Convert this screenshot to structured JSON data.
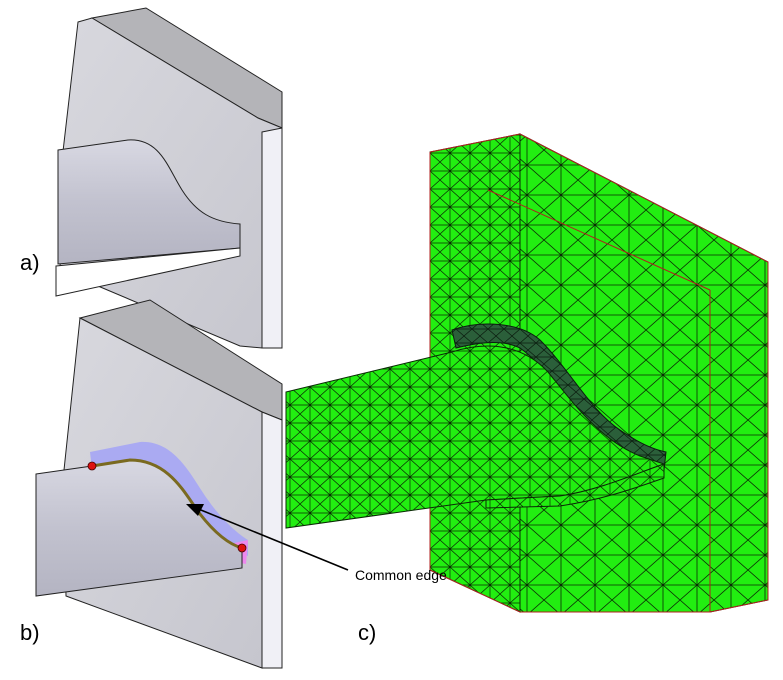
{
  "labels": {
    "a": "a)",
    "b": "b)",
    "c": "c)",
    "common_edge": "Common edge"
  },
  "colors": {
    "plate_face": "#cfcfd6",
    "plate_top": "#b4b4b8",
    "plate_side": "#f0f0f6",
    "cylinder": "#c4c4d0",
    "highlight_face": "#aaaaf2",
    "small_face": "#ee88ee",
    "edge_curve": "#7a6a20",
    "vertex_dot": "#dd1111",
    "mesh_fill": "#22ee11",
    "mesh_dark": "#2b5f3a",
    "mesh_line": "#0a2a05",
    "mesh_feature_line": "#b02020"
  }
}
